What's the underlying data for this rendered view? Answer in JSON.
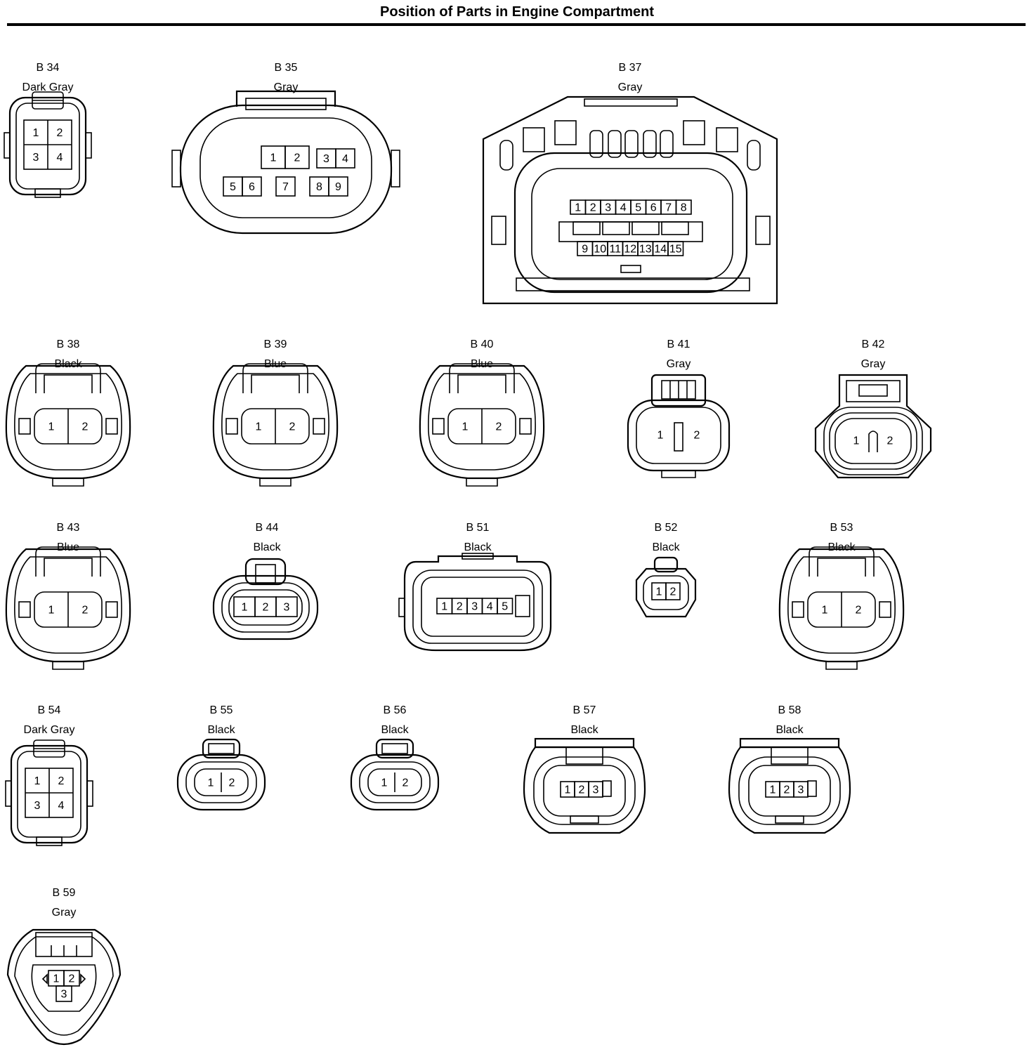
{
  "title": "Position of Parts in Engine Compartment",
  "connectors": [
    {
      "code": "B 34",
      "color": "Dark Gray",
      "pins": [
        "1",
        "2",
        "3",
        "4"
      ]
    },
    {
      "code": "B 35",
      "color": "Gray",
      "pins": [
        "1",
        "2",
        "3",
        "4",
        "5",
        "6",
        "7",
        "8",
        "9"
      ]
    },
    {
      "code": "B 37",
      "color": "Gray",
      "pins": [
        "1",
        "2",
        "3",
        "4",
        "5",
        "6",
        "7",
        "8",
        "9",
        "10",
        "11",
        "12",
        "13",
        "14",
        "15"
      ]
    },
    {
      "code": "B 38",
      "color": "Black",
      "pins": [
        "1",
        "2"
      ]
    },
    {
      "code": "B 39",
      "color": "Blue",
      "pins": [
        "1",
        "2"
      ]
    },
    {
      "code": "B 40",
      "color": "Blue",
      "pins": [
        "1",
        "2"
      ]
    },
    {
      "code": "B 41",
      "color": "Gray",
      "pins": [
        "1",
        "2"
      ]
    },
    {
      "code": "B 42",
      "color": "Gray",
      "pins": [
        "1",
        "2"
      ]
    },
    {
      "code": "B 43",
      "color": "Blue",
      "pins": [
        "1",
        "2"
      ]
    },
    {
      "code": "B 44",
      "color": "Black",
      "pins": [
        "1",
        "2",
        "3"
      ]
    },
    {
      "code": "B 51",
      "color": "Black",
      "pins": [
        "1",
        "2",
        "3",
        "4",
        "5"
      ]
    },
    {
      "code": "B 52",
      "color": "Black",
      "pins": [
        "1",
        "2"
      ]
    },
    {
      "code": "B 53",
      "color": "Black",
      "pins": [
        "1",
        "2"
      ]
    },
    {
      "code": "B 54",
      "color": "Dark Gray",
      "pins": [
        "1",
        "2",
        "3",
        "4"
      ]
    },
    {
      "code": "B 55",
      "color": "Black",
      "pins": [
        "1",
        "2"
      ]
    },
    {
      "code": "B 56",
      "color": "Black",
      "pins": [
        "1",
        "2"
      ]
    },
    {
      "code": "B 57",
      "color": "Black",
      "pins": [
        "1",
        "2",
        "3"
      ]
    },
    {
      "code": "B 58",
      "color": "Black",
      "pins": [
        "1",
        "2",
        "3"
      ]
    },
    {
      "code": "B 59",
      "color": "Gray",
      "pins": [
        "1",
        "2",
        "3"
      ]
    }
  ]
}
